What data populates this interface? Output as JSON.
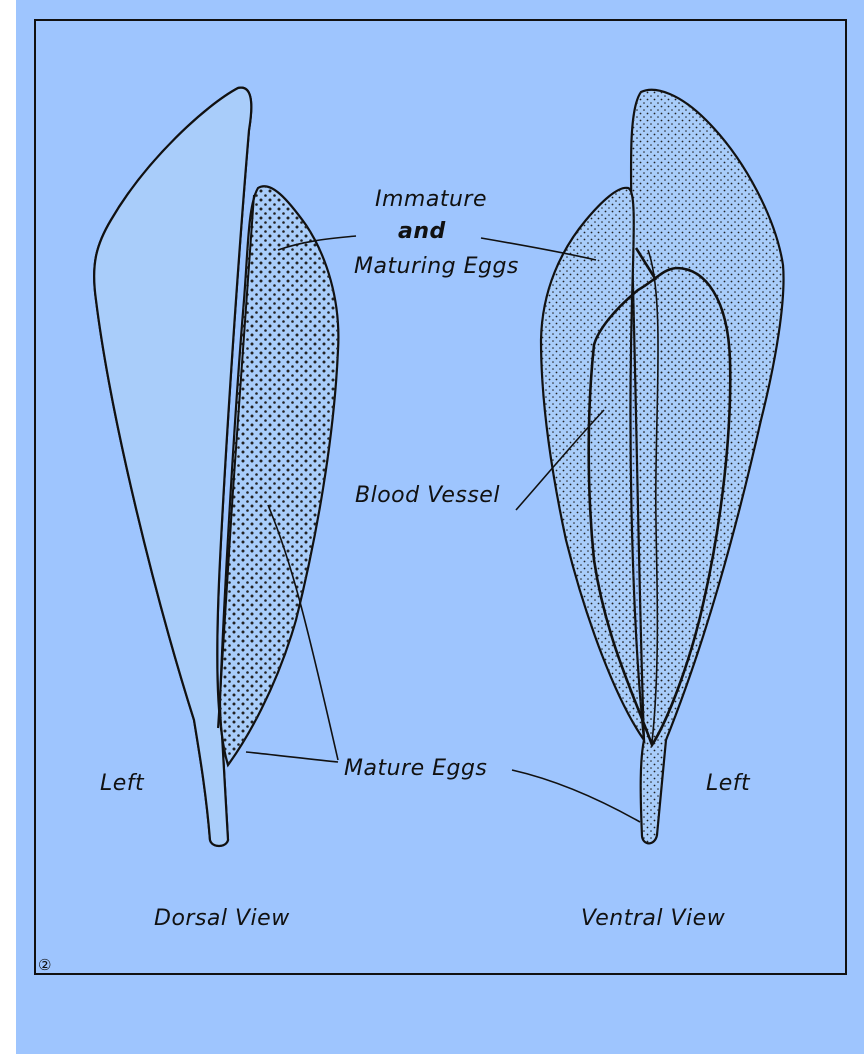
{
  "labels": {
    "immature_line1": "Immature",
    "immature_line2": "and",
    "immature_line3": "Maturing Eggs",
    "blood_vessel": "Blood Vessel",
    "mature_eggs": "Mature Eggs",
    "left_dorsal": "Left",
    "left_ventral": "Left",
    "dorsal_view": "Dorsal View",
    "ventral_view": "Ventral View",
    "mark": "②"
  },
  "colors": {
    "page_background": "#9ec5fe",
    "ink": "#111111"
  }
}
